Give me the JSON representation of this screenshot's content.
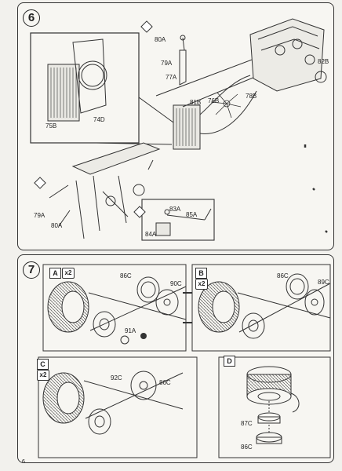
{
  "step6": {
    "number": "6",
    "labels": {
      "p75b": "75B",
      "p74d": "74D",
      "p80a_top": "80A",
      "p79a_top": "79A",
      "p77a": "77A",
      "p81b": "81B",
      "p76b": "76B",
      "p78b": "78B",
      "p82b": "82B",
      "p79a_bottom": "79A",
      "p80a_bottom": "80A",
      "p83a": "83A",
      "p85a": "85A",
      "p84a": "84A"
    }
  },
  "step7": {
    "number": "7",
    "quantity": "x2",
    "sub_a": {
      "tag": "A",
      "labels": {
        "p86c": "86C",
        "p90c": "90C",
        "p91a": "91A"
      }
    },
    "sub_b": {
      "tag": "B",
      "labels": {
        "p86c": "86C",
        "p89c": "89C"
      }
    },
    "sub_c": {
      "tag": "C",
      "labels": {
        "p92c": "92C",
        "p86c": "86C"
      }
    },
    "sub_d": {
      "tag": "D",
      "labels": {
        "p87c": "87C",
        "p86c": "86C"
      }
    }
  },
  "page_number": "6"
}
